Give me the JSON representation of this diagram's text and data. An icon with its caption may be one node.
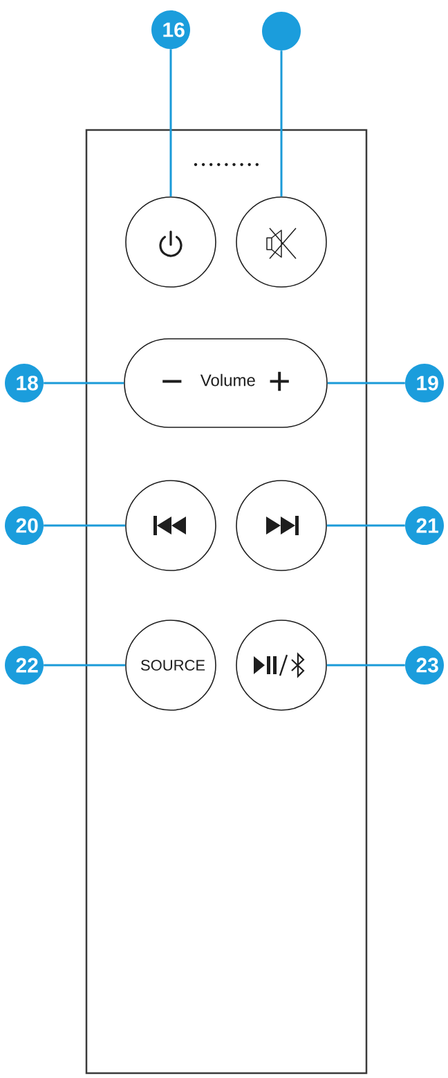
{
  "diagram": {
    "nodes": [
      {
        "text": [
          "16"
        ]
      },
      {
        "text": [],
        "shape": "circle"
      },
      {
        "text": [],
        "shape": "box"
      },
      {
        "text": [],
        "shape": "circle",
        "in": 2
      },
      {
        "text": [],
        "shape": "circle",
        "in": 2
      },
      {
        "text": [
          "18"
        ]
      },
      {
        "text": [
          "−",
          "Volume",
          "+"
        ],
        "in": 2
      },
      {
        "text": [
          "19"
        ]
      },
      {
        "text": [
          "20"
        ]
      },
      {
        "text": [],
        "shape": "circle",
        "in": 2
      },
      {
        "text": [],
        "shape": "circle",
        "in": 2
      },
      {
        "text": [
          "21"
        ]
      },
      {
        "text": [
          "22"
        ]
      },
      {
        "text": [
          "SOURCE"
        ],
        "in": 2
      },
      {
        "text": [],
        "shape": "circle",
        "in": 2
      },
      {
        "text": [
          "23"
        ]
      }
    ],
    "edges": [
      {
        "from": 0,
        "to": 3,
        "arrow": "none"
      },
      {
        "from": 1,
        "to": 4,
        "arrow": "none"
      },
      {
        "from": 5,
        "to": 6,
        "arrow": "none"
      },
      {
        "from": 7,
        "to": 6,
        "arrow": "none"
      },
      {
        "from": 8,
        "to": 9,
        "arrow": "none"
      },
      {
        "from": 11,
        "to": 10,
        "arrow": "none"
      },
      {
        "from": 12,
        "to": 13,
        "arrow": "none"
      },
      {
        "from": 15,
        "to": 14,
        "arrow": "none"
      }
    ]
  }
}
